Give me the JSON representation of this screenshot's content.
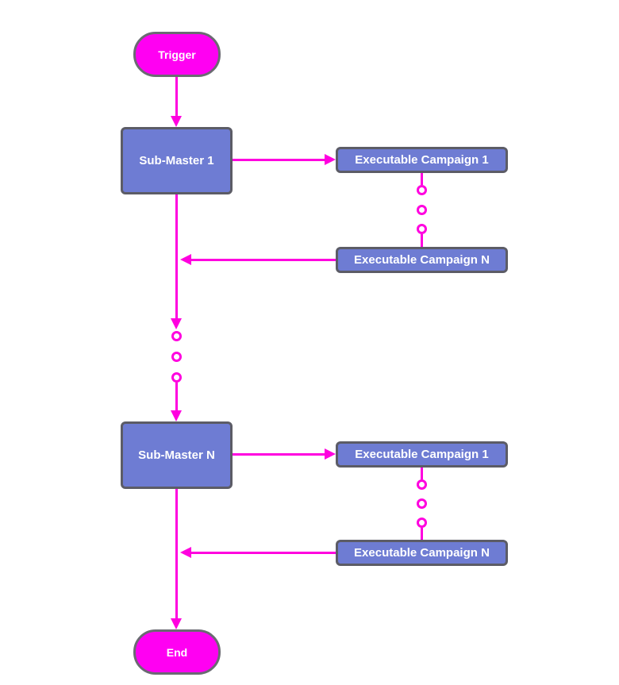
{
  "diagram": {
    "type": "flowchart",
    "colors": {
      "terminator_fill": "#FF00F2",
      "connector": "#FF00DF",
      "process_fill": "#6E7CD3",
      "process_border": "#5C5C66",
      "terminator_border": "#6A6A72",
      "label_text": "#FFFFFF",
      "background": "#FFFFFF"
    },
    "nodes": {
      "trigger": {
        "label": "Trigger",
        "shape": "terminator"
      },
      "sub_master_1": {
        "label": "Sub-Master 1",
        "shape": "process"
      },
      "executable_campaign_1_top": {
        "label": "Executable Campaign 1",
        "shape": "process"
      },
      "executable_campaign_n_top": {
        "label": "Executable Campaign N",
        "shape": "process"
      },
      "sub_master_n": {
        "label": "Sub-Master N",
        "shape": "process"
      },
      "executable_campaign_1_bottom": {
        "label": "Executable Campaign 1",
        "shape": "process"
      },
      "executable_campaign_n_bottom": {
        "label": "Executable Campaign N",
        "shape": "process"
      },
      "end": {
        "label": "End",
        "shape": "terminator"
      }
    },
    "edges": [
      {
        "from": "trigger",
        "to": "sub_master_1",
        "style": "arrow"
      },
      {
        "from": "sub_master_1",
        "to": "executable_campaign_1_top",
        "style": "arrow"
      },
      {
        "from": "executable_campaign_1_top",
        "to": "executable_campaign_n_top",
        "style": "ellipsis-dots"
      },
      {
        "from": "executable_campaign_n_top",
        "to": "sub_master_1",
        "style": "arrow-into-main-line"
      },
      {
        "from": "sub_master_1",
        "to": "sub_master_n",
        "style": "arrow-ellipsis-dots-arrow"
      },
      {
        "from": "sub_master_n",
        "to": "executable_campaign_1_bottom",
        "style": "arrow"
      },
      {
        "from": "executable_campaign_1_bottom",
        "to": "executable_campaign_n_bottom",
        "style": "ellipsis-dots"
      },
      {
        "from": "executable_campaign_n_bottom",
        "to": "sub_master_n",
        "style": "arrow-into-main-line"
      },
      {
        "from": "sub_master_n",
        "to": "end",
        "style": "arrow"
      }
    ]
  }
}
